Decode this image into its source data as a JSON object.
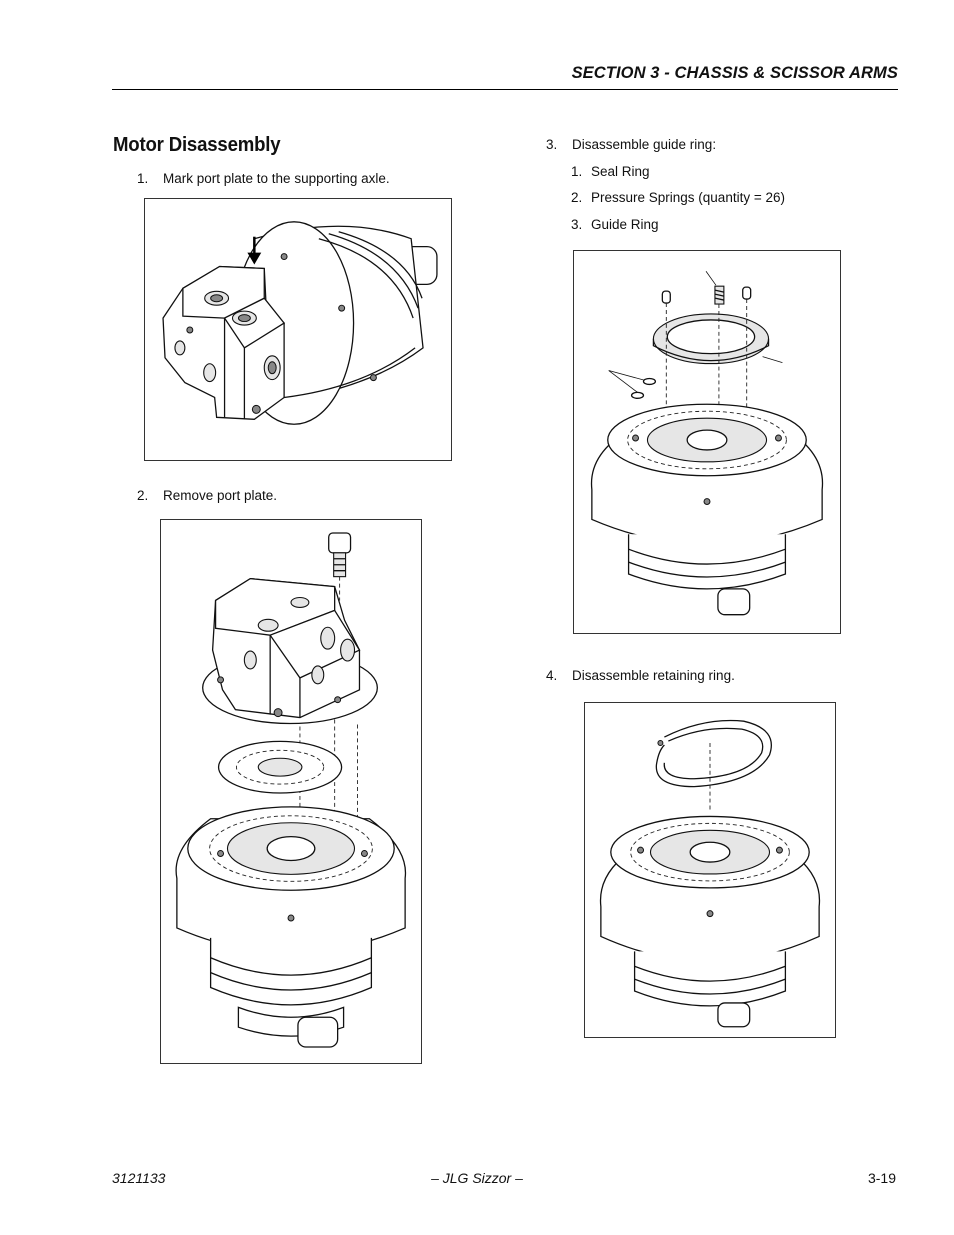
{
  "header": {
    "section_title": "SECTION 3 - CHASSIS & SCISSOR ARMS"
  },
  "heading": "Motor Disassembly",
  "steps": [
    {
      "num": "1.",
      "text": "Mark port plate to the supporting axle."
    },
    {
      "num": "2.",
      "text": "Remove port plate."
    },
    {
      "num": "3.",
      "text": "Disassemble guide ring:",
      "subitems": [
        {
          "num": "1.",
          "text": "Seal Ring"
        },
        {
          "num": "2.",
          "text": "Pressure Springs (quantity = 26)"
        },
        {
          "num": "3.",
          "text": "Guide Ring"
        }
      ]
    },
    {
      "num": "4.",
      "text": "Disassemble retaining ring."
    }
  ],
  "footer": {
    "doc_number": "3121133",
    "title": "– JLG Sizzor –",
    "page": "3-19"
  }
}
